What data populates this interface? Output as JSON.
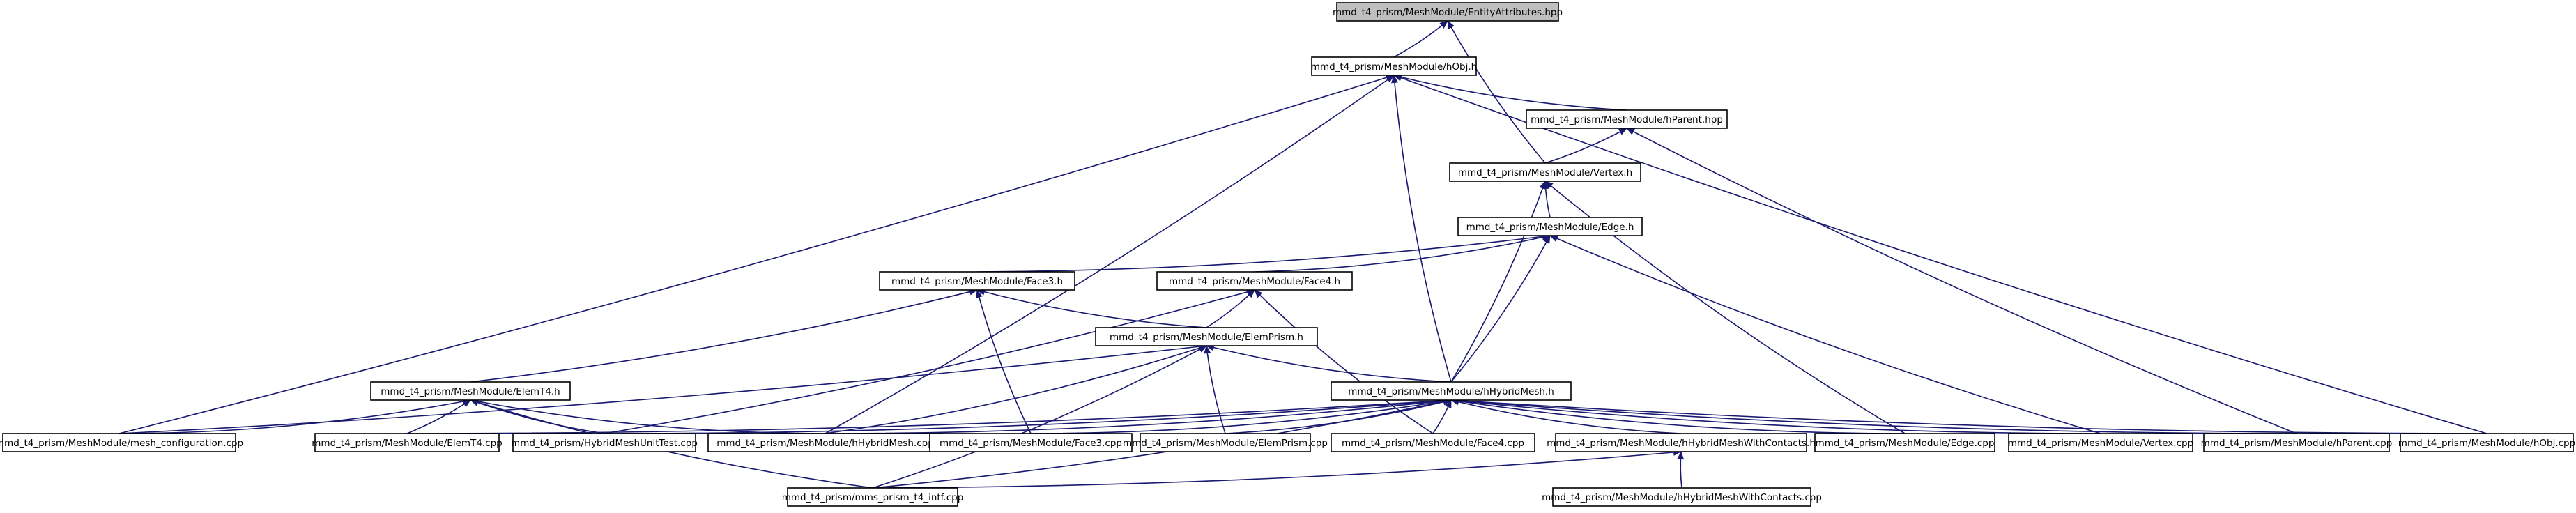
{
  "colors": {
    "edge": "#191970",
    "root_fill": "#bfbfbf",
    "node_fill": "#ffffff",
    "node_border": "#000000"
  },
  "nodes": [
    {
      "id": "entity_attr",
      "label": "mmd_t4_prism/MeshModule/EntityAttributes.hpp",
      "root": true
    },
    {
      "id": "hobj_h",
      "label": "mmd_t4_prism/MeshModule/hObj.h"
    },
    {
      "id": "hparent_hpp",
      "label": "mmd_t4_prism/MeshModule/hParent.hpp"
    },
    {
      "id": "vertex_h",
      "label": "mmd_t4_prism/MeshModule/Vertex.h"
    },
    {
      "id": "edge_h",
      "label": "mmd_t4_prism/MeshModule/Edge.h"
    },
    {
      "id": "face3_h",
      "label": "mmd_t4_prism/MeshModule/Face3.h"
    },
    {
      "id": "face4_h",
      "label": "mmd_t4_prism/MeshModule/Face4.h"
    },
    {
      "id": "elemprism_h",
      "label": "mmd_t4_prism/MeshModule/ElemPrism.h"
    },
    {
      "id": "elemt4_h",
      "label": "mmd_t4_prism/MeshModule/ElemT4.h"
    },
    {
      "id": "hhybridmesh_h",
      "label": "mmd_t4_prism/MeshModule/hHybridMesh.h"
    },
    {
      "id": "mesh_conf_cpp",
      "label": "mmd_t4_prism/MeshModule/mesh_configuration.cpp"
    },
    {
      "id": "elemt4_cpp",
      "label": "mmd_t4_prism/MeshModule/ElemT4.cpp"
    },
    {
      "id": "unittest_cpp",
      "label": "mmd_t4_prism/HybridMeshUnitTest.cpp"
    },
    {
      "id": "hhybridmesh_cpp",
      "label": "mmd_t4_prism/MeshModule/hHybridMesh.cpp"
    },
    {
      "id": "face3_cpp",
      "label": "mmd_t4_prism/MeshModule/Face3.cpp"
    },
    {
      "id": "elemprism_cpp",
      "label": "mmd_t4_prism/MeshModule/ElemPrism.cpp"
    },
    {
      "id": "face4_cpp",
      "label": "mmd_t4_prism/MeshModule/Face4.cpp"
    },
    {
      "id": "withcontacts_h",
      "label": "mmd_t4_prism/MeshModule/hHybridMeshWithContacts.h"
    },
    {
      "id": "edge_cpp",
      "label": "mmd_t4_prism/MeshModule/Edge.cpp"
    },
    {
      "id": "vertex_cpp",
      "label": "mmd_t4_prism/MeshModule/Vertex.cpp"
    },
    {
      "id": "hparent_cpp",
      "label": "mmd_t4_prism/MeshModule/hParent.cpp"
    },
    {
      "id": "hobj_cpp",
      "label": "mmd_t4_prism/MeshModule/hObj.cpp"
    },
    {
      "id": "mms_intf_cpp",
      "label": "mmd_t4_prism/mms_prism_t4_intf.cpp"
    },
    {
      "id": "withcontacts_cpp",
      "label": "mmd_t4_prism/MeshModule/hHybridMeshWithContacts.cpp"
    }
  ],
  "edges": [
    [
      "hobj_h",
      "entity_attr"
    ],
    [
      "vertex_h",
      "entity_attr"
    ],
    [
      "hparent_hpp",
      "hobj_h"
    ],
    [
      "vertex_h",
      "hparent_hpp"
    ],
    [
      "mesh_conf_cpp",
      "hobj_h"
    ],
    [
      "hhybridmesh_cpp",
      "hobj_h"
    ],
    [
      "hhybridmesh_h",
      "hobj_h"
    ],
    [
      "hobj_cpp",
      "hobj_h"
    ],
    [
      "edge_h",
      "vertex_h"
    ],
    [
      "hhybridmesh_h",
      "vertex_h"
    ],
    [
      "edge_cpp",
      "vertex_h"
    ],
    [
      "hparent_cpp",
      "hparent_hpp"
    ],
    [
      "face3_h",
      "edge_h"
    ],
    [
      "face4_h",
      "edge_h"
    ],
    [
      "hhybridmesh_h",
      "edge_h"
    ],
    [
      "vertex_cpp",
      "edge_h"
    ],
    [
      "elemprism_h",
      "face3_h"
    ],
    [
      "elemt4_h",
      "face3_h"
    ],
    [
      "face3_cpp",
      "face3_h"
    ],
    [
      "elemprism_h",
      "face4_h"
    ],
    [
      "unittest_cpp",
      "face4_h"
    ],
    [
      "face4_cpp",
      "face4_h"
    ],
    [
      "mesh_conf_cpp",
      "elemprism_h"
    ],
    [
      "mms_intf_cpp",
      "elemprism_h"
    ],
    [
      "hhybridmesh_cpp",
      "elemprism_h"
    ],
    [
      "elemprism_cpp",
      "elemprism_h"
    ],
    [
      "hhybridmesh_h",
      "elemprism_h"
    ],
    [
      "mesh_conf_cpp",
      "elemt4_h"
    ],
    [
      "elemt4_cpp",
      "elemt4_h"
    ],
    [
      "unittest_cpp",
      "elemt4_h"
    ],
    [
      "hhybridmesh_cpp",
      "elemt4_h"
    ],
    [
      "mms_intf_cpp",
      "elemt4_h"
    ],
    [
      "elemt4_cpp",
      "hhybridmesh_h"
    ],
    [
      "unittest_cpp",
      "hhybridmesh_h"
    ],
    [
      "hhybridmesh_cpp",
      "hhybridmesh_h"
    ],
    [
      "face3_cpp",
      "hhybridmesh_h"
    ],
    [
      "elemprism_cpp",
      "hhybridmesh_h"
    ],
    [
      "face4_cpp",
      "hhybridmesh_h"
    ],
    [
      "withcontacts_h",
      "hhybridmesh_h"
    ],
    [
      "edge_cpp",
      "hhybridmesh_h"
    ],
    [
      "vertex_cpp",
      "hhybridmesh_h"
    ],
    [
      "hparent_cpp",
      "hhybridmesh_h"
    ],
    [
      "hobj_cpp",
      "hhybridmesh_h"
    ],
    [
      "mms_intf_cpp",
      "hhybridmesh_h"
    ],
    [
      "mms_intf_cpp",
      "withcontacts_h"
    ],
    [
      "withcontacts_cpp",
      "withcontacts_h"
    ]
  ]
}
